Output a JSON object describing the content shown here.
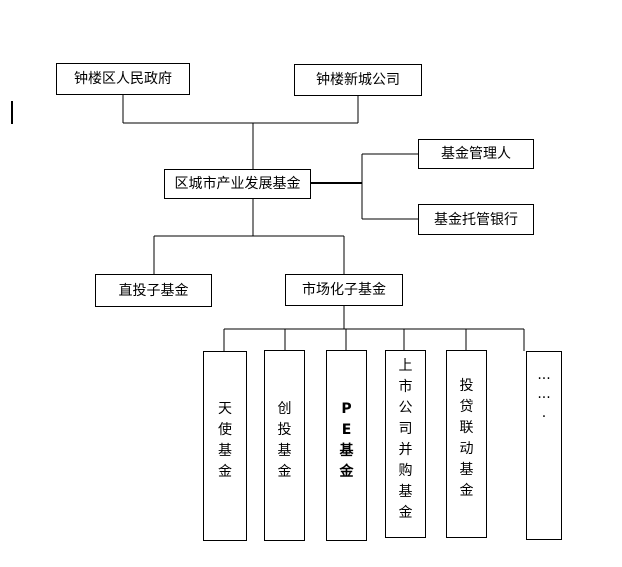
{
  "top_left": "钟楼区人民政府",
  "top_right": "钟楼新城公司",
  "center": "区城市产业发展基金",
  "manager": "基金管理人",
  "custodian": "基金托管银行",
  "direct_fund": "直投子基金",
  "market_fund": "市场化子基金",
  "sub_funds": [
    "天使基金",
    "创投基金",
    "PE基金",
    "上市公司并购基金",
    "投贷联动基金",
    "·······"
  ]
}
